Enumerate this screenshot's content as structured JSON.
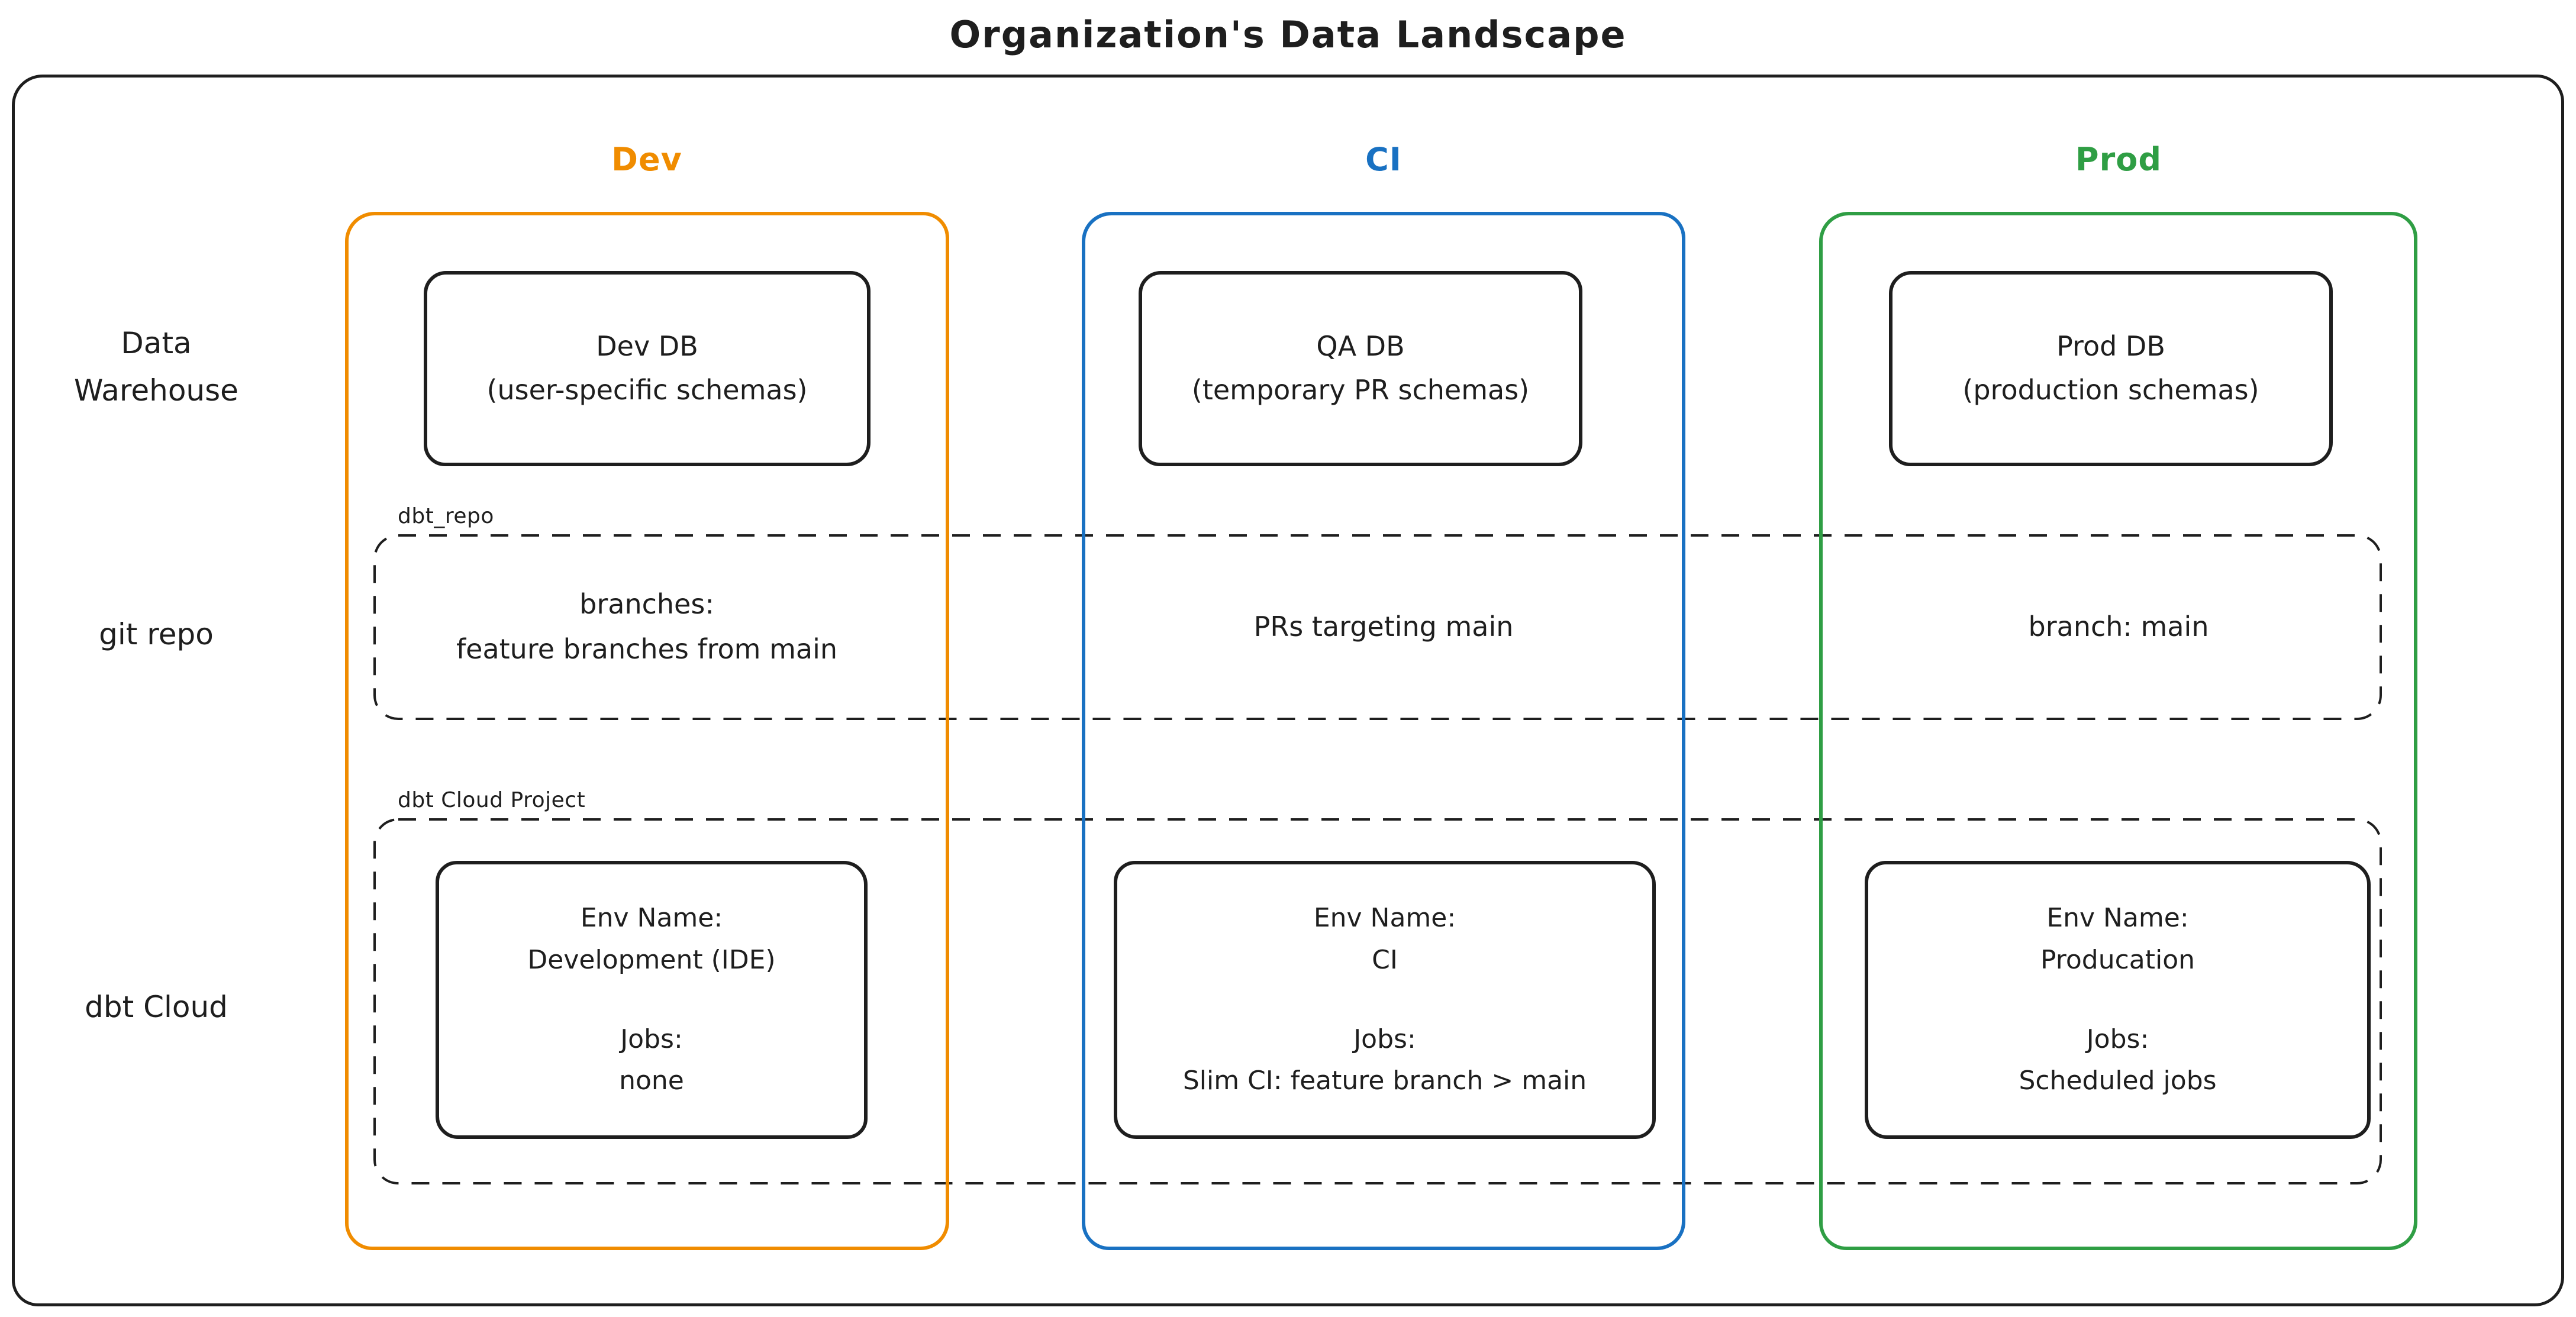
{
  "title": "Organization's Data Landscape",
  "colors": {
    "ink": "#1e1e1e",
    "dev_orange": "#f08c00",
    "ci_blue": "#1971c2",
    "prod_green": "#2f9e44",
    "background": "#ffffff"
  },
  "columns": [
    {
      "id": "dev",
      "label": "Dev"
    },
    {
      "id": "ci",
      "label": "CI"
    },
    {
      "id": "prod",
      "label": "Prod"
    }
  ],
  "rows": [
    {
      "id": "data-warehouse",
      "label": "Data Warehouse",
      "lines": [
        "Data",
        "Warehouse"
      ]
    },
    {
      "id": "git-repo",
      "label": "git repo",
      "lines": [
        "git repo"
      ]
    },
    {
      "id": "dbt-cloud",
      "label": "dbt Cloud",
      "lines": [
        "dbt Cloud"
      ]
    }
  ],
  "data_warehouse_row": {
    "boxes": [
      {
        "column": "Dev",
        "name": "Dev DB",
        "detail": "(user-specific schemas)"
      },
      {
        "column": "CI",
        "name": "QA DB",
        "detail": "(temporary PR schemas)"
      },
      {
        "column": "Prod",
        "name": "Prod DB",
        "detail": "(production schemas)"
      }
    ]
  },
  "git_repo_row": {
    "band_label": "dbt_repo",
    "cells": [
      {
        "column": "Dev",
        "lines": [
          "branches:",
          "feature branches from main"
        ]
      },
      {
        "column": "CI",
        "lines": [
          "PRs targeting main"
        ]
      },
      {
        "column": "Prod",
        "lines": [
          "branch: main"
        ]
      }
    ]
  },
  "dbt_cloud_row": {
    "band_label": "dbt Cloud Project",
    "environments": [
      {
        "column": "Dev",
        "env_label": "Env Name:",
        "env_name": "Development (IDE)",
        "jobs_label": "Jobs:",
        "jobs": "none"
      },
      {
        "column": "CI",
        "env_label": "Env Name:",
        "env_name": "CI",
        "jobs_label": "Jobs:",
        "jobs": "Slim CI: feature branch > main"
      },
      {
        "column": "Prod",
        "env_label": "Env Name:",
        "env_name": "Producation",
        "jobs_label": "Jobs:",
        "jobs": "Scheduled jobs"
      }
    ]
  }
}
